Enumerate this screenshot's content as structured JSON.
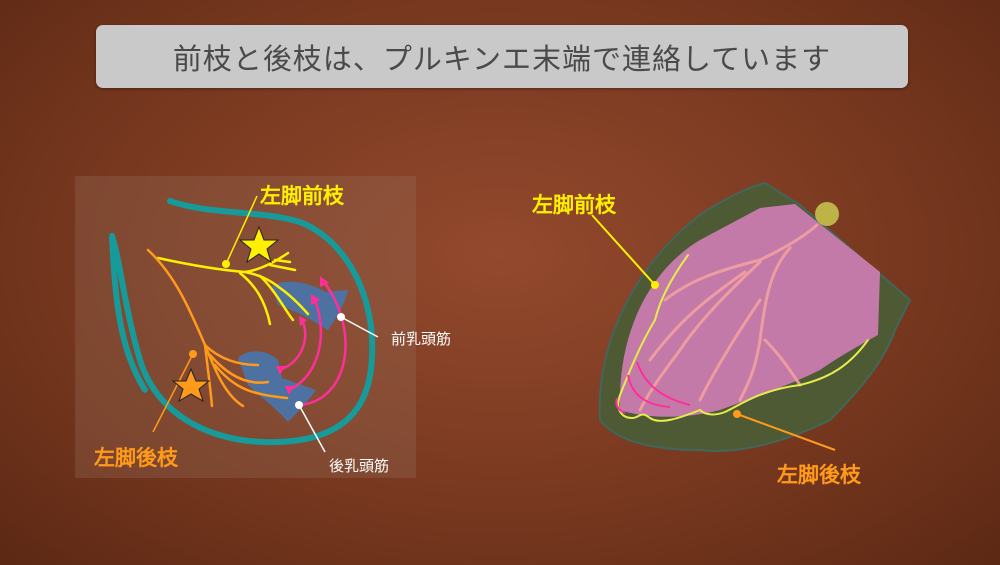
{
  "title": "前枝と後枝は、プルキンエ末端で連絡しています",
  "left_diagram": {
    "labels": {
      "anterior_fascicle": "左脚前枝",
      "posterior_fascicle": "左脚後枝",
      "anterior_papillary": "前乳頭筋",
      "posterior_papillary": "後乳頭筋"
    },
    "markers": [
      "yellow-star",
      "orange-star"
    ]
  },
  "right_diagram": {
    "labels": {
      "anterior_fascicle": "左脚前枝",
      "posterior_fascicle": "左脚後枝"
    }
  },
  "colors": {
    "background": "#7e3c22",
    "title_box": "#c9c9c9",
    "title_text": "#4a4a4a",
    "anterior_yellow": "#ffef00",
    "posterior_orange": "#ff9a1a",
    "teal_wall": "#169a9a",
    "papillary_blue": "#4a74a8",
    "arrow_pink": "#ff2f9a",
    "ventricle_pink": "#c47aa8",
    "heart_green": "#4d5a34",
    "purkinje_pink": "#f2a0a0",
    "node_olive": "#bdb347"
  }
}
